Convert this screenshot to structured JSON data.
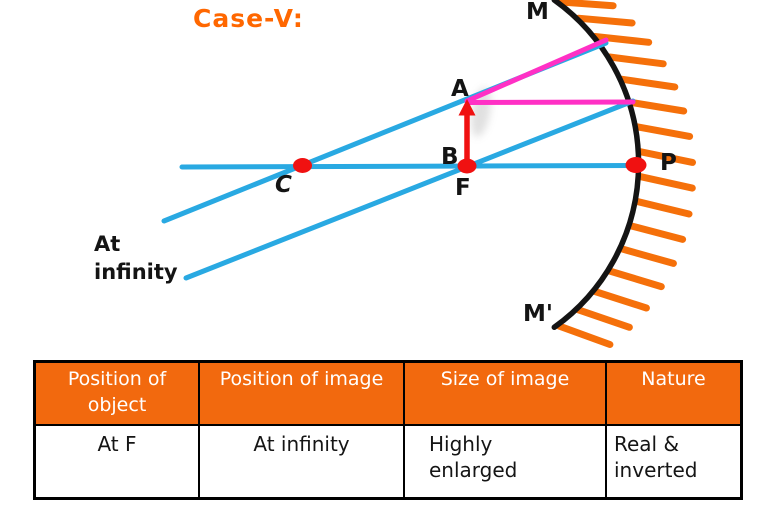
{
  "title": "Case-V:",
  "diagram": {
    "labels": {
      "M": "M",
      "M_prime": "M'",
      "P": "P",
      "C": "C",
      "A": "A",
      "B": "B",
      "F": "F",
      "at_infinity": "At\ninfinity"
    },
    "colors": {
      "ray_blue": "#29A9E2",
      "ray_magenta": "#FF30C5",
      "object_red": "#F01111",
      "mirror_black": "#141414",
      "hatch_orange": "#F5700A",
      "title_orange": "#FF6700"
    }
  },
  "table": {
    "header_bg": "#F2690E",
    "header_text_color": "#FFFFFF",
    "headers": [
      "Position of object",
      "Position of image",
      "Size of image",
      "Nature"
    ],
    "row": [
      "At F",
      "At infinity",
      "Highly\nenlarged",
      "Real &\ninverted"
    ]
  }
}
